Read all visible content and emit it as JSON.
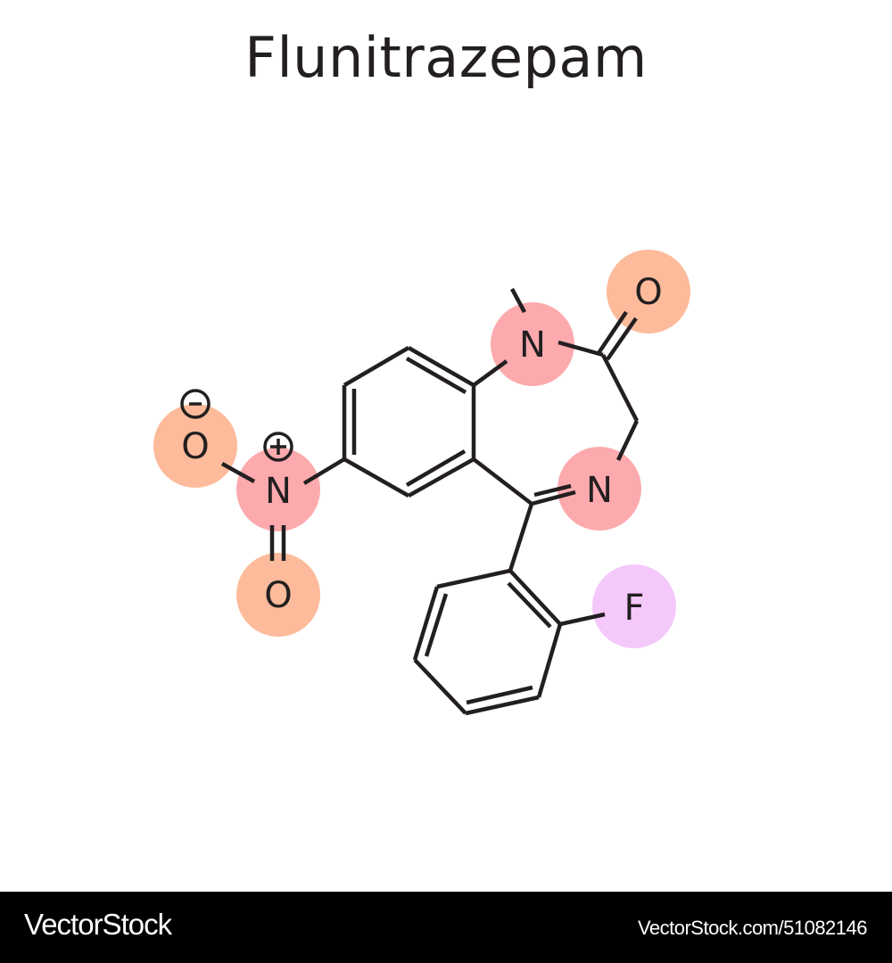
{
  "title": "Flunitrazepam",
  "colors": {
    "bond": "#231f20",
    "oxygen_highlight": "#fdbb9b",
    "nitrogen_highlight": "#fcaaae",
    "fluorine_highlight": "#f5c8fc",
    "footer_bg": "#000000",
    "footer_text": "#ffffff"
  },
  "atoms": {
    "n1": "N",
    "o_carbonyl": "O",
    "n4": "N",
    "n_nitro": "N",
    "o_nitro_minus": "O",
    "o_nitro_double": "O",
    "fluorine": "F",
    "charge_plus": "+",
    "charge_minus": "-"
  },
  "footer": {
    "brand": "VectorStock",
    "reference": "VectorStock.com/51082146"
  }
}
